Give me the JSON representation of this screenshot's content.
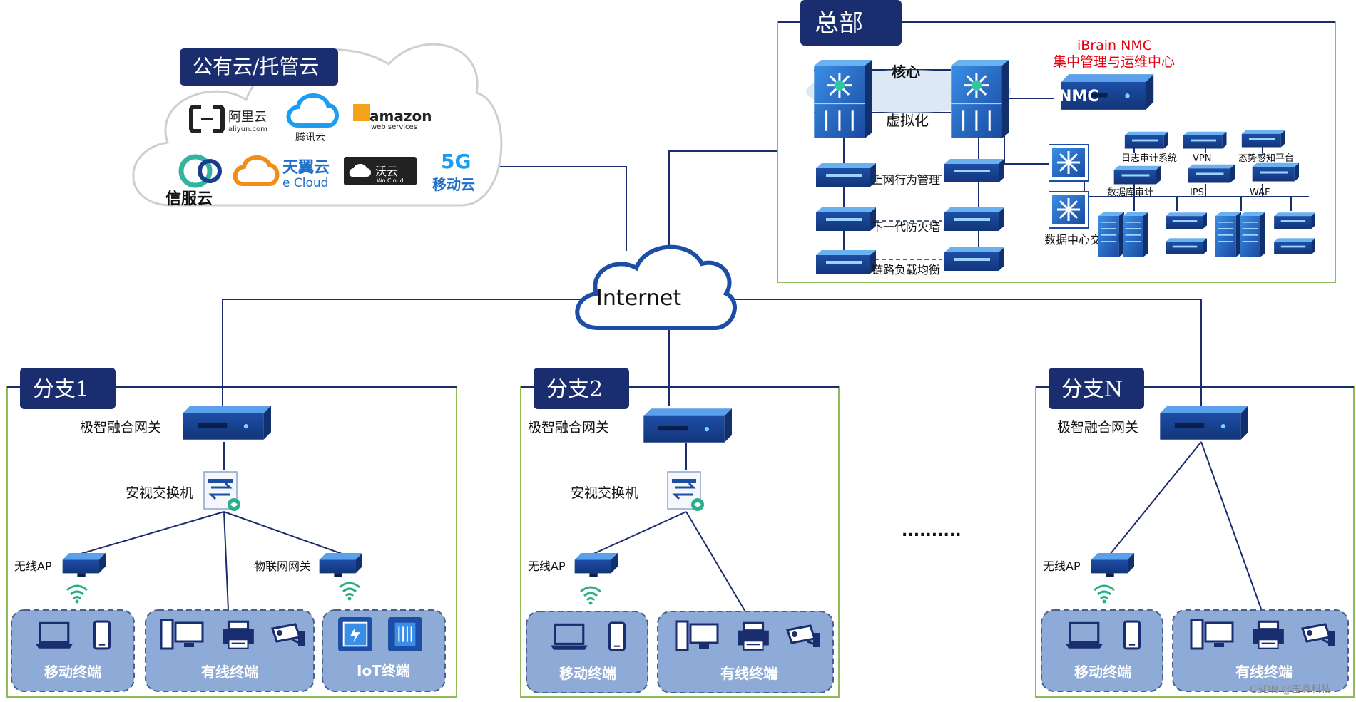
{
  "regions": {
    "cloud": {
      "title": "公有云/托管云",
      "providers": [
        "阿里云",
        "aliyun.com",
        "腾讯云",
        "amazon",
        "web services",
        "信服云",
        "天翼云",
        "e Cloud",
        "沃云",
        "Wo Cloud",
        "5G",
        "移动云"
      ]
    },
    "hq": {
      "title": "总部",
      "core_label": "核心",
      "virtual_label": "虚拟化",
      "nmc_title": "iBrain NMC",
      "nmc_subtitle": "集中管理与运维中心",
      "nmc_device": "NMC",
      "functions": [
        "上网行为管理",
        "下一代防火墙",
        "链路负载均衡"
      ],
      "security_devices": [
        "日志审计系统",
        "VPN",
        "态势感知平台",
        "数据库审计",
        "IPS",
        "WAF"
      ],
      "dc_switch": "数据中心交换机"
    },
    "internet": "Internet",
    "branches": [
      {
        "title": "分支1",
        "gateway": "极智融合网关",
        "switch": "安视交换机",
        "ap": "无线AP",
        "iot_gw": "物联网网关",
        "groups": [
          "移动终端",
          "有线终端",
          "IoT终端"
        ]
      },
      {
        "title": "分支2",
        "gateway": "极智融合网关",
        "switch": "安视交换机",
        "ap": "无线AP",
        "groups": [
          "移动终端",
          "有线终端"
        ]
      },
      {
        "title": "分支N",
        "gateway": "极智融合网关",
        "ap": "无线AP",
        "groups": [
          "移动终端",
          "有线终端"
        ]
      }
    ],
    "ellipsis": "..........",
    "watermark": "CSDN @田鑫科技"
  },
  "colors": {
    "navy": "#1a2d6e",
    "device": "#1f4fa8",
    "line": "#1a2d6e",
    "green_border": "#8fbc5a",
    "group_fill": "#8eaad6",
    "red": "#e60012"
  }
}
